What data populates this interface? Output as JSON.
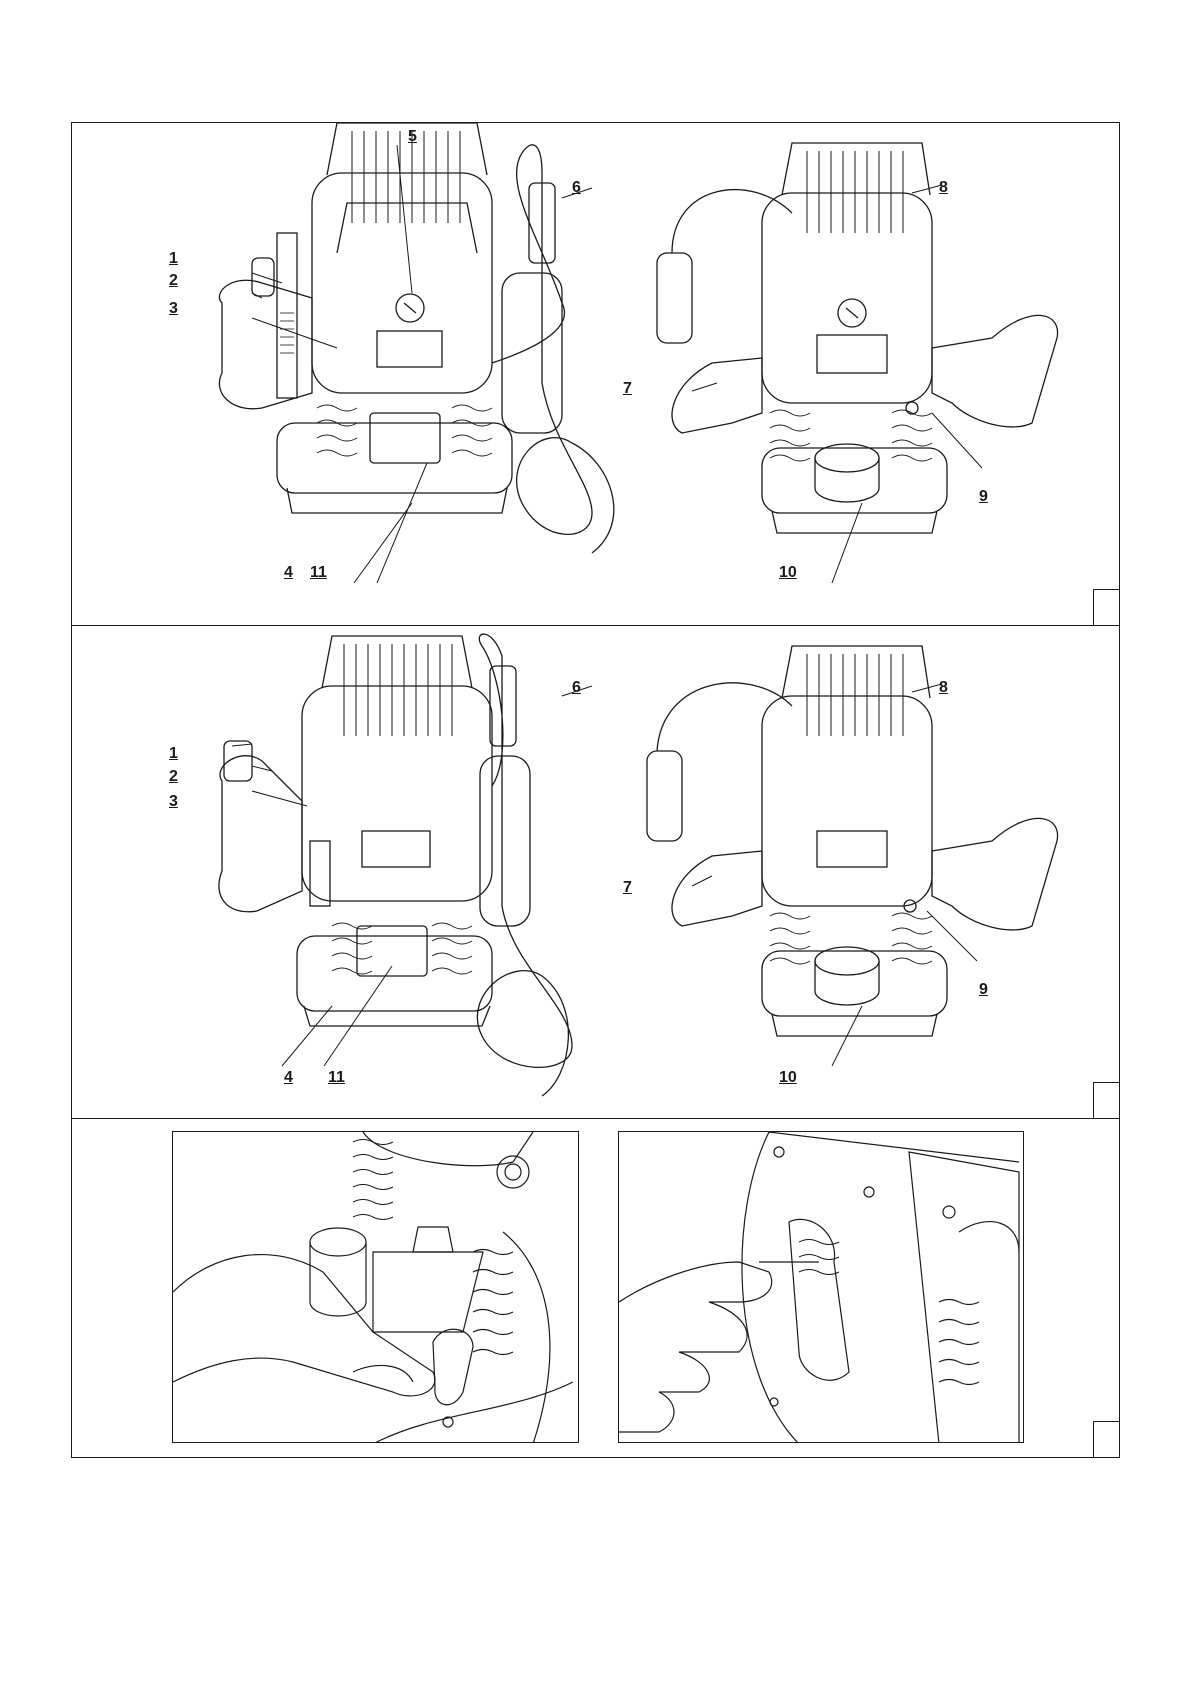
{
  "figures": [
    {
      "id": "fig1",
      "callouts": [
        "1",
        "2",
        "3",
        "4",
        "11",
        "5",
        "6",
        "7",
        "8",
        "9",
        "10"
      ]
    },
    {
      "id": "fig2",
      "callouts": [
        "1",
        "2",
        "3",
        "4",
        "11",
        "6",
        "7",
        "8",
        "9",
        "10"
      ]
    }
  ],
  "callouts": {
    "c1": "1",
    "c2": "2",
    "c3": "3",
    "c4": "4",
    "c5": "5",
    "c6": "6",
    "c7": "7",
    "c8": "8",
    "c9": "9",
    "c10": "10",
    "c11": "11"
  }
}
